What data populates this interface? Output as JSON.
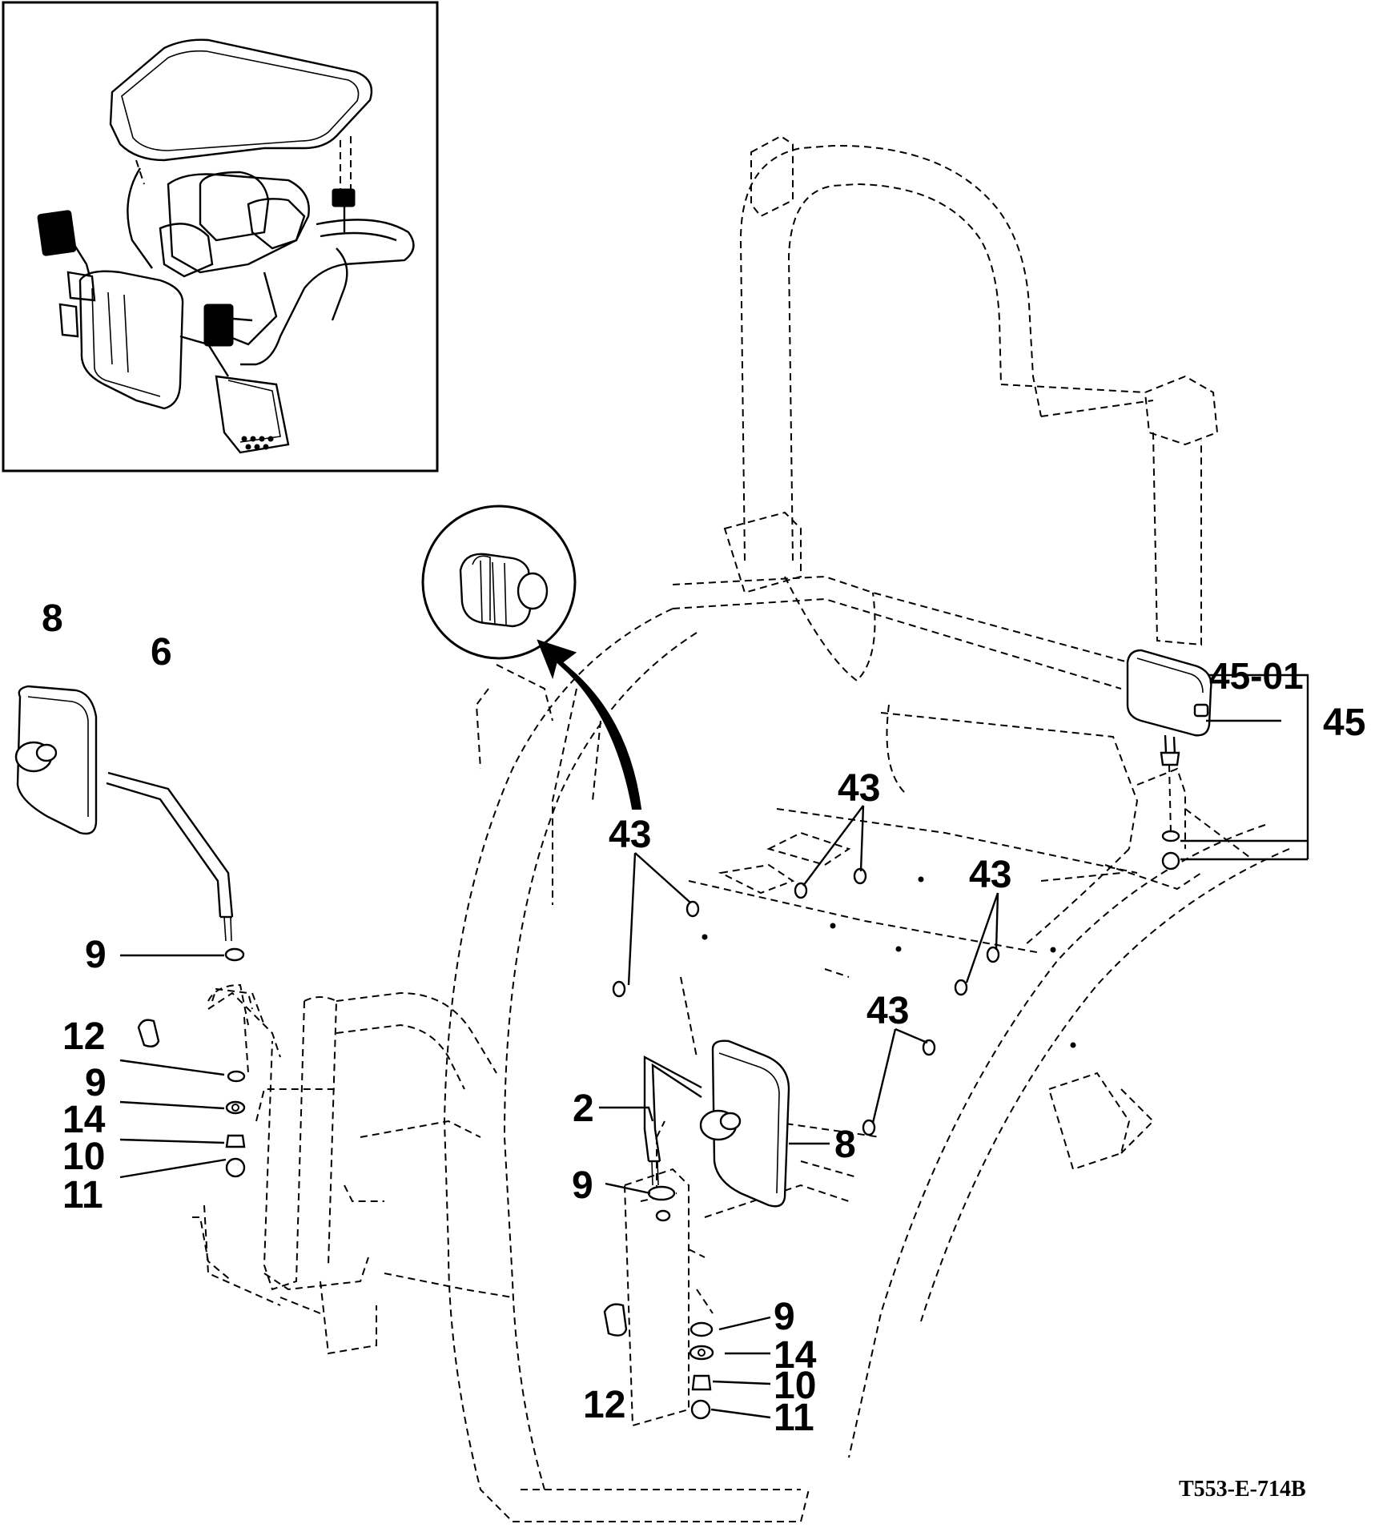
{
  "document": {
    "drawing_code": "T553-E-714B"
  },
  "callouts": {
    "c8_left": "8",
    "c6": "6",
    "c9_a": "9",
    "c12_left": "12",
    "c9_b": "9",
    "c14_left": "14",
    "c10_left": "10",
    "c11_left": "11",
    "c43_a": "43",
    "c43_b": "43",
    "c43_c": "43",
    "c43_d": "43",
    "c45_01": "45-01",
    "c45": "45",
    "c2": "2",
    "c8_right": "8",
    "c9_c": "9",
    "c9_d": "9",
    "c14_right": "14",
    "c10_right": "10",
    "c11_right": "11",
    "c12_right": "12"
  }
}
